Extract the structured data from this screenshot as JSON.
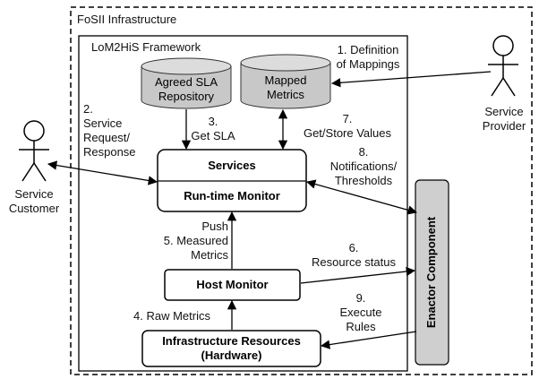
{
  "outer": {
    "title": "FoSII Infrastructure"
  },
  "framework": {
    "title": "LoM2HiS Framework"
  },
  "repos": {
    "agreed_sla": "Agreed SLA\nRepository",
    "mapped_metrics": "Mapped\nMetrics"
  },
  "services_box": {
    "services": "Services",
    "runtime_monitor": "Run-time Monitor"
  },
  "host_monitor": "Host Monitor",
  "infrastructure": "Infrastructure Resources\n(Hardware)",
  "enactor": "Enactor Component",
  "actors": {
    "customer": "Service\nCustomer",
    "provider": "Service\nProvider"
  },
  "labels": {
    "l1": "1. Definition\nof Mappings",
    "l2": "2.\nService\nRequest/\nResponse",
    "l3": "3.\nGet SLA",
    "l4": "4. Raw Metrics",
    "l5": "Push\n5. Measured\nMetrics",
    "l6": "6.\nResource status",
    "l7": "7.\nGet/Store Values",
    "l8": "8.\nNotifications/\nThresholds",
    "l9": "9.\nExecute\nRules"
  },
  "colors": {
    "cylinder_fill": "#c8c8c8",
    "enactor_fill": "#cfcfcf",
    "line": "#000000"
  }
}
